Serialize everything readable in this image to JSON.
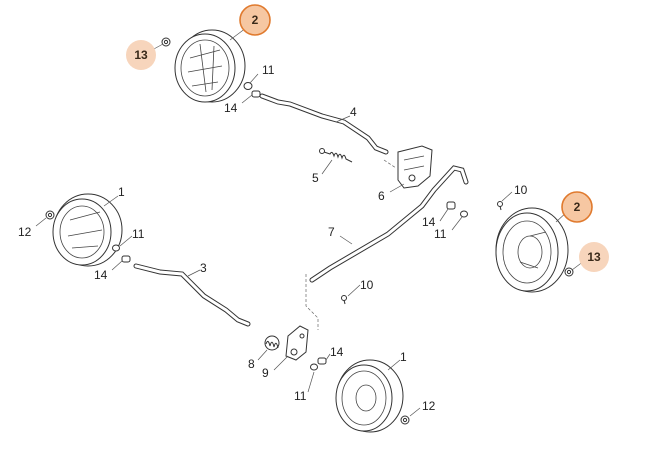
{
  "highlight_colors": {
    "strong_ring": "#e07a2e",
    "strong_fill": "#f6c7a2",
    "soft_fill": "#f7d5bc"
  },
  "callouts": {
    "c2_top": "2",
    "c13_top": "13",
    "c11_top": "11",
    "c14_top": "14",
    "c4": "4",
    "c5": "5",
    "c6": "6",
    "c10_right": "10",
    "c14_mid": "14",
    "c11_mid": "11",
    "c2_right": "2",
    "c13_right": "13",
    "c7": "7",
    "c10_mid": "10",
    "c1_left": "1",
    "c12_left": "12",
    "c11_left": "11",
    "c14_left": "14",
    "c3": "3",
    "c8": "8",
    "c9": "9",
    "c14_bottom": "14",
    "c11_bottom": "11",
    "c1_bottom": "1",
    "c12_bottom": "12"
  }
}
